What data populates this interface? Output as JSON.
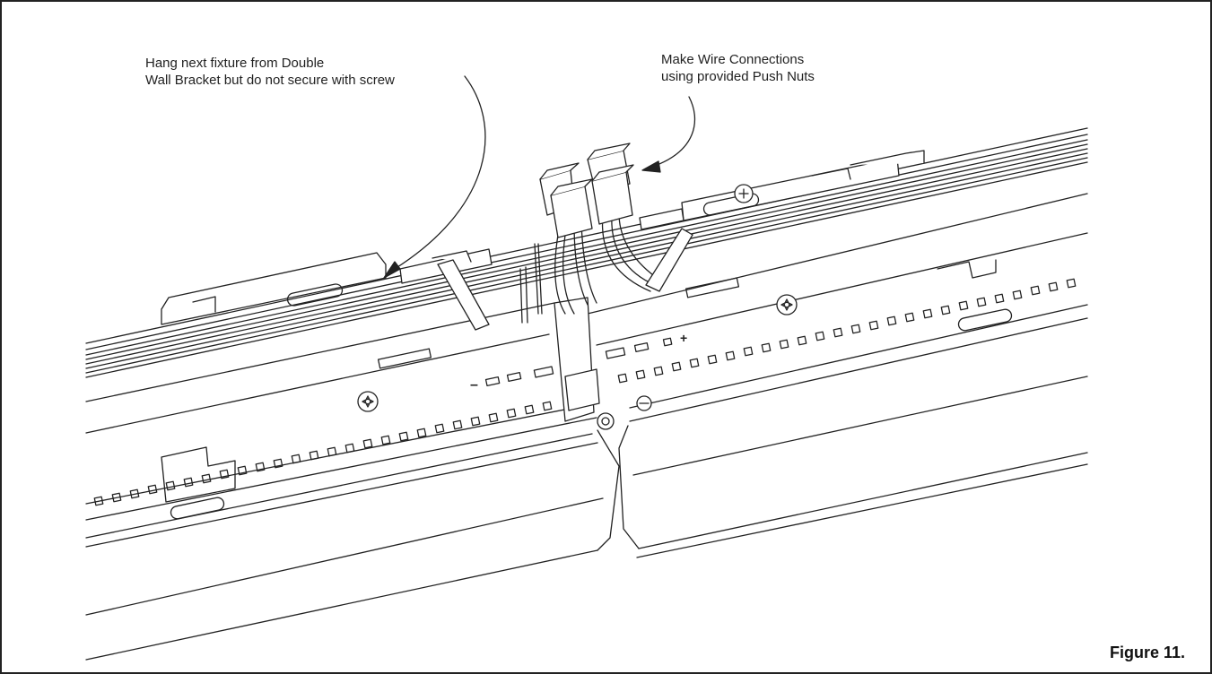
{
  "callouts": {
    "hang_fixture": {
      "line1": "Hang next fixture from Double",
      "line2": "Wall Bracket but do not secure with screw"
    },
    "wire_connections": {
      "line1": "Make Wire Connections",
      "line2": "using provided Push Nuts"
    }
  },
  "polarity": {
    "minus": "–",
    "plus": "+"
  },
  "figure_label": "Figure 11."
}
